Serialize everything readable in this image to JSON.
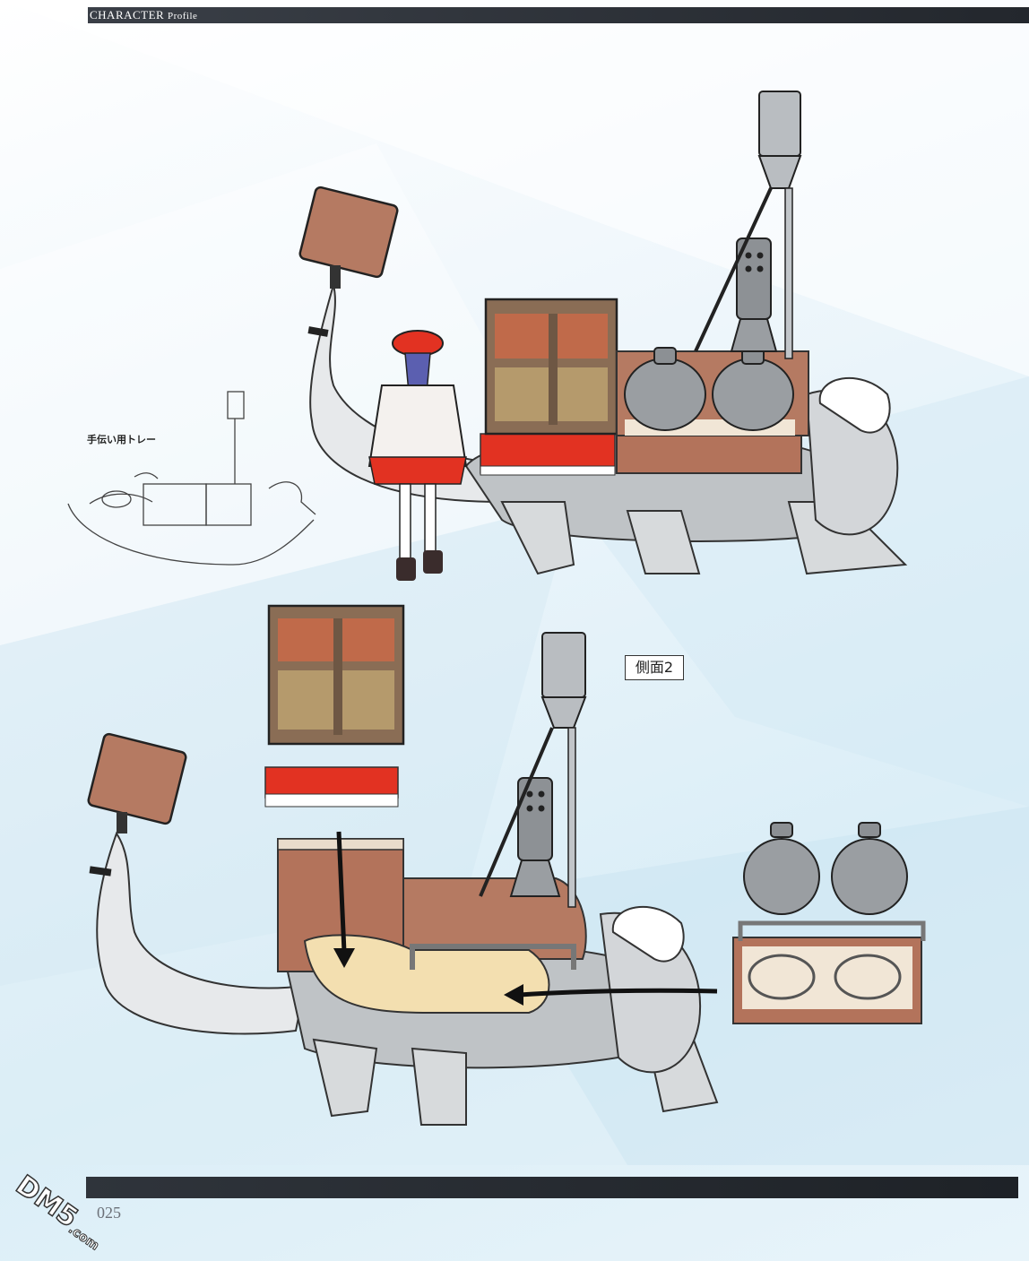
{
  "header": {
    "title_main": "CHARACTER",
    "title_sub": "Profile"
  },
  "labels": {
    "tray": "手伝い用トレー",
    "side_view": "側面2"
  },
  "footer": {
    "page_number": "025"
  },
  "watermark": {
    "text": "DM5",
    "domain": ".com"
  },
  "colors": {
    "header_bar": "#2b3036",
    "signboard": "#b57a62",
    "brick": "#b3735b",
    "red_cloth": "#e23222",
    "cream_shell": "#f3dfb0",
    "turtle_gray": "#cfd3d6",
    "pot_gray": "#9a9ea2",
    "tank_gray": "#b9bdc1"
  },
  "illustrations": [
    {
      "name": "turtle-with-character-and-kitchen"
    },
    {
      "name": "tray-sketch"
    },
    {
      "name": "turtle-exploded-side-view"
    },
    {
      "name": "pot-and-tray-set"
    }
  ]
}
